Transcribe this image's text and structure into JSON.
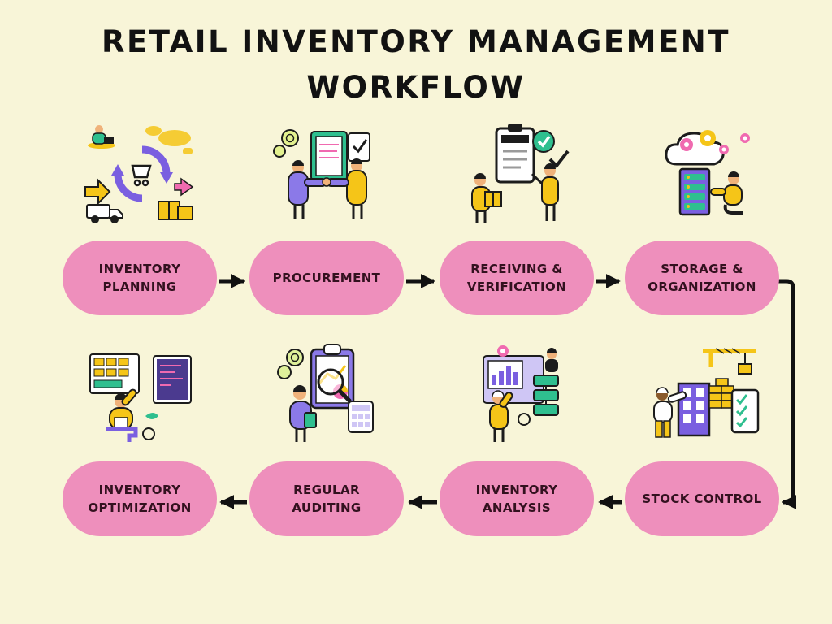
{
  "title_lines": [
    "RETAIL INVENTORY MANAGEMENT",
    "WORKFLOW"
  ],
  "steps": [
    {
      "label": "INVENTORY PLANNING",
      "illustration": "inventory-planning-illustration"
    },
    {
      "label": "PROCUREMENT",
      "illustration": "procurement-illustration"
    },
    {
      "label": "RECEIVING & VERIFICATION",
      "illustration": "receiving-verification-illustration"
    },
    {
      "label": "STORAGE & ORGANIZATION",
      "illustration": "storage-organization-illustration"
    },
    {
      "label": "STOCK CONTROL",
      "illustration": "stock-control-illustration"
    },
    {
      "label": "INVENTORY ANALYSIS",
      "illustration": "inventory-analysis-illustration"
    },
    {
      "label": "REGULAR AUDITING",
      "illustration": "regular-auditing-illustration"
    },
    {
      "label": "INVENTORY OPTIMIZATION",
      "illustration": "inventory-optimization-illustration"
    }
  ],
  "flow": {
    "row1_direction": "left-to-right",
    "row2_direction": "right-to-left",
    "connections": [
      "INVENTORY PLANNING → PROCUREMENT",
      "PROCUREMENT → RECEIVING & VERIFICATION",
      "RECEIVING & VERIFICATION → STORAGE & ORGANIZATION",
      "STORAGE & ORGANIZATION → STOCK CONTROL",
      "STOCK CONTROL → INVENTORY ANALYSIS",
      "INVENTORY ANALYSIS → REGULAR AUDITING",
      "REGULAR AUDITING → INVENTORY OPTIMIZATION"
    ]
  },
  "colors": {
    "background": "#f8f5d8",
    "node_fill": "#ee8fbc",
    "node_text": "#33111f",
    "arrow": "#111111",
    "title_text": "#121212"
  }
}
